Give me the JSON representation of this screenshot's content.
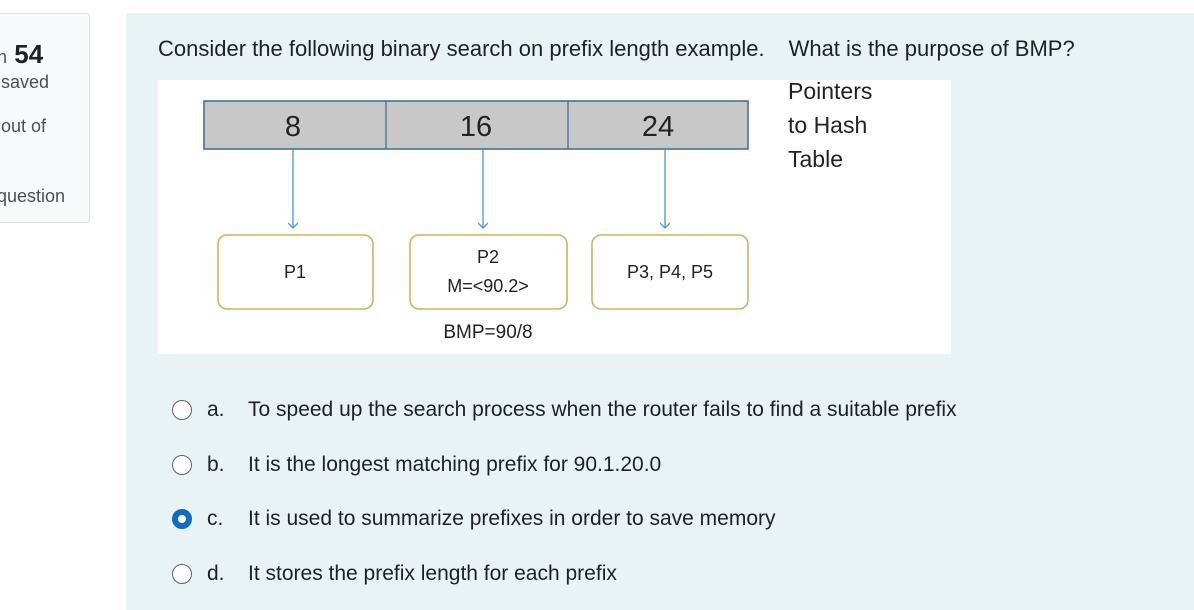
{
  "question_info": {
    "number": "54",
    "number_prefix": "n",
    "status": "saved",
    "marks": "out of",
    "flag": "question"
  },
  "question": {
    "text_part1": "Consider the following binary search on prefix length example.",
    "text_part2": "What is the purpose of BMP?"
  },
  "figure": {
    "header_cells": [
      "8",
      "16",
      "24"
    ],
    "pointer_label_lines": [
      "Pointers",
      "to Hash",
      "Table"
    ],
    "tables": [
      {
        "lines": [
          "P1"
        ]
      },
      {
        "lines": [
          "P2",
          "M=<90.2>"
        ]
      },
      {
        "lines": [
          "P3, P4, P5"
        ]
      }
    ],
    "bmp_label": "BMP=90/8",
    "colors": {
      "header_fill": "#c8c8c8",
      "header_border": "#41719c",
      "arrow": "#5b9bd5",
      "box_border": "#c9b26a",
      "bmp_text": "#d0021b"
    }
  },
  "answers": [
    {
      "letter": "a.",
      "text": "To speed up the search process when the router fails to find a suitable prefix",
      "selected": false
    },
    {
      "letter": "b.",
      "text": "It is the longest matching prefix for 90.1.20.0",
      "selected": false
    },
    {
      "letter": "c.",
      "text": "It is used to summarize prefixes in order to save memory",
      "selected": true
    },
    {
      "letter": "d.",
      "text": "It stores the prefix length for each prefix",
      "selected": false
    }
  ]
}
